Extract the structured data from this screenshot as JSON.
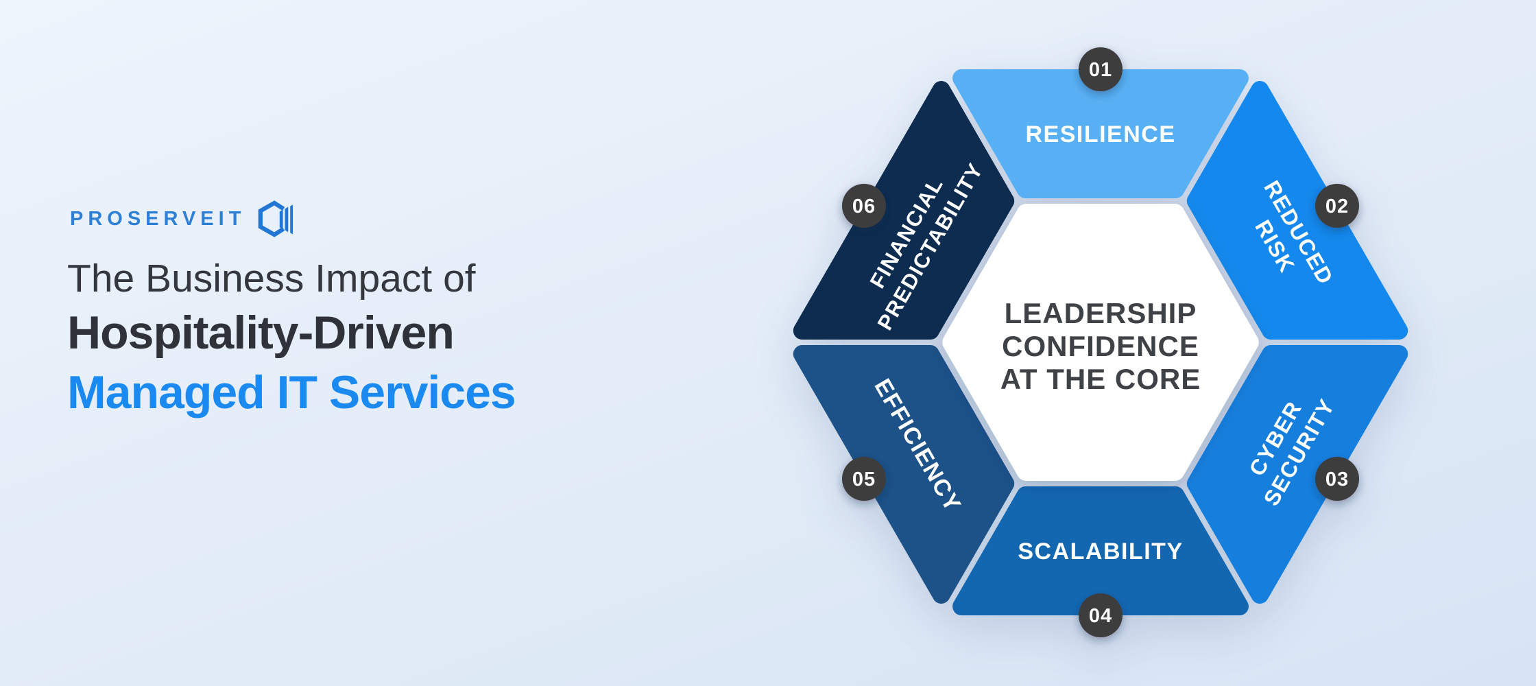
{
  "brand": {
    "name": "PROSERVEIT"
  },
  "title": {
    "line1": "The Business Impact of",
    "line2": "Hospitality-Driven",
    "line3": "Managed IT Services"
  },
  "diagram": {
    "center": {
      "line1": "LEADERSHIP",
      "line2": "CONFIDENCE",
      "line3": "AT THE CORE"
    },
    "segments": [
      {
        "number": "01",
        "label": "RESILIENCE",
        "lines": [
          "RESILIENCE"
        ],
        "color": "#58b0f4"
      },
      {
        "number": "02",
        "label": "REDUCED RISK",
        "lines": [
          "REDUCED",
          "RISK"
        ],
        "color": "#1488ec"
      },
      {
        "number": "03",
        "label": "CYBER SECURITY",
        "lines": [
          "CYBER",
          "SECURITY"
        ],
        "color": "#167fdd"
      },
      {
        "number": "04",
        "label": "SCALABILITY",
        "lines": [
          "SCALABILITY"
        ],
        "color": "#1367b1"
      },
      {
        "number": "05",
        "label": "EFFICIENCY",
        "lines": [
          "EFFICIENCY"
        ],
        "color": "#1c5288"
      },
      {
        "number": "06",
        "label": "FINANCIAL PREDICTABILITY",
        "lines": [
          "FINANCIAL",
          "PREDICTABILITY"
        ],
        "color": "#0d2c4f"
      }
    ],
    "badge_color": "#3d3d3d",
    "center_text_color": "#3e4145"
  },
  "colors": {
    "accent": "#1b8af0",
    "heading": "#35373f",
    "logo": "#2277d4",
    "background_top": "#eef4fc",
    "background_bottom": "#d7e4f4"
  }
}
